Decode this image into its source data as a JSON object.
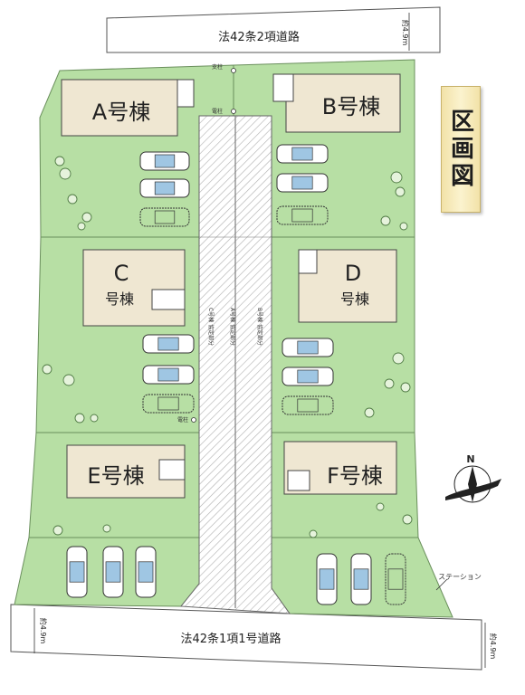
{
  "map": {
    "title": "区画図",
    "roads": {
      "north": "法42条2項道路",
      "south": "法42条1項1号道路"
    },
    "road_widths": {
      "north": "約4.9m",
      "south_west": "約4.9m",
      "south_east": "約4.9m"
    },
    "buildings": {
      "a": "A号棟",
      "b": "B号棟",
      "c_letter": "C",
      "c_suffix": "号棟",
      "d_letter": "D",
      "d_suffix": "号棟",
      "e": "E号棟",
      "f": "F号棟"
    },
    "lane_labels": {
      "lane1": "C号棟 協定部分",
      "lane2": "A号棟 協定部分",
      "lane3": "B号棟 協定部分"
    },
    "markers": {
      "marker1": "支柱",
      "marker2": "電柱",
      "marker3": "電柱"
    },
    "station": "ステーション",
    "compass": "N",
    "colors": {
      "lot": "#b7dfa4",
      "lot_border": "#6a8f5c",
      "building": "#efe7d2",
      "road": "#ffffff",
      "hatch": "#9a9a9a"
    },
    "icons": [
      "car-icon",
      "tree-icon",
      "compass-icon",
      "utility-pole-icon"
    ]
  }
}
